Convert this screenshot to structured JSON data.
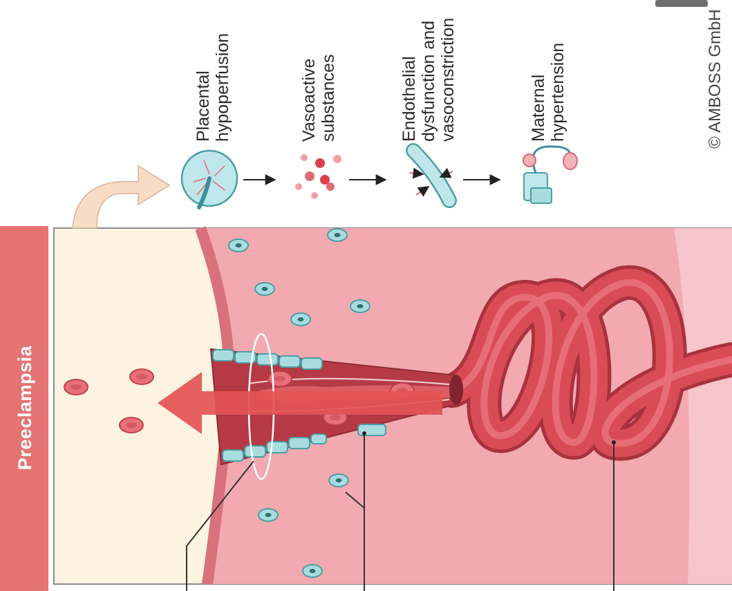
{
  "sidebar": {
    "title": "Preeclampsia"
  },
  "pathway": {
    "steps": [
      {
        "line1": "Placental",
        "line2": "hypoperfusion",
        "line3": ""
      },
      {
        "line1": "Vasoactive",
        "line2": "substances",
        "line3": ""
      },
      {
        "line1": "Endothelial",
        "line2": "dysfunction and",
        "line3": "vasoconstriction"
      },
      {
        "line1": "Maternal",
        "line2": "hypertension",
        "line3": ""
      }
    ]
  },
  "footer": {
    "copyright": "© AMBOSS GmbH"
  },
  "icons": [
    "placenta-icon",
    "vasoactive-substances-icon",
    "constricted-vessel-icon",
    "blood-pressure-cuff-icon",
    "arrow-right-icon",
    "curved-arrow-icon"
  ],
  "colors": {
    "sidebar": "#e57373",
    "decidua": "#fdf3e1",
    "myometrium": "#f2a9b0",
    "vessel": "#d94b55",
    "cell": "#a9dcdf",
    "arrow": "#e35454"
  }
}
